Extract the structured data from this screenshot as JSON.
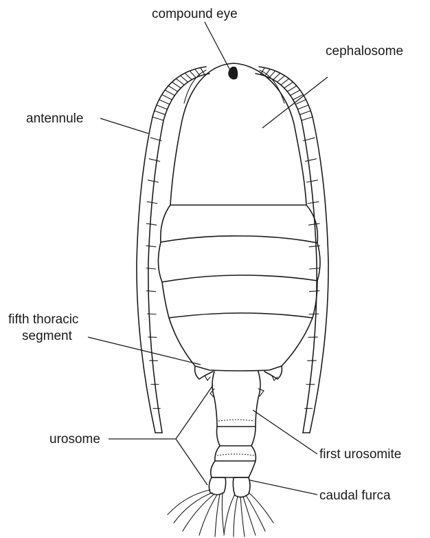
{
  "labels": {
    "compound_eye": "compound eye",
    "cephalosome": "cephalosome",
    "antennule": "antennule",
    "fifth_thoracic_line1": "fifth thoracic",
    "fifth_thoracic_line2": "segment",
    "urosome": "urosome",
    "first_urosomite": "first urosomite",
    "caudal_furca": "caudal furca"
  },
  "colors": {
    "ink": "#1a1a1a",
    "background": "#ffffff"
  }
}
